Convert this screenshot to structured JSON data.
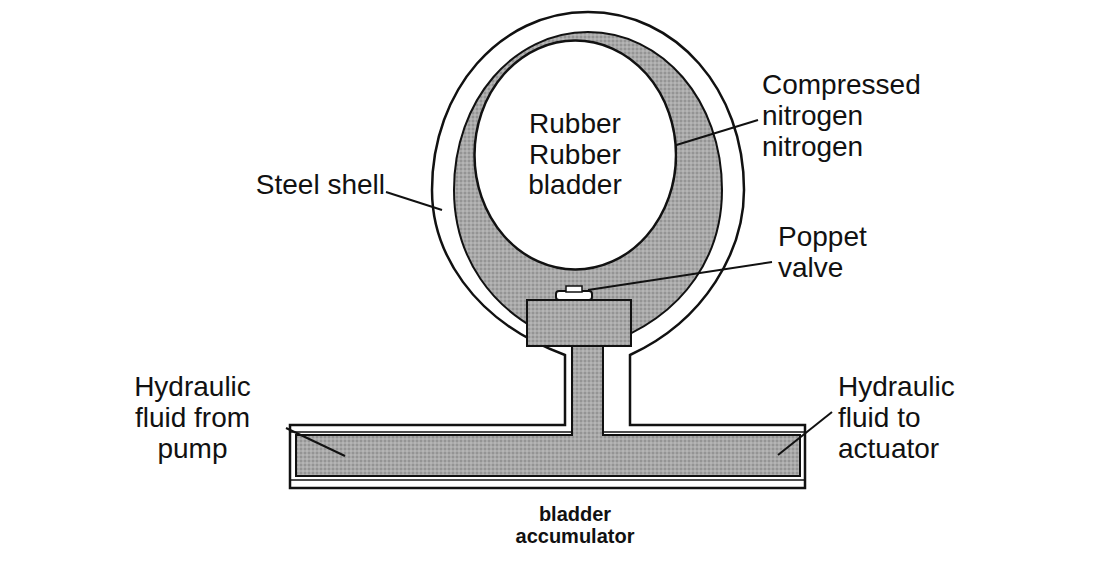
{
  "diagram": {
    "nodes": [
      {
        "text": [
          "Rubber Rubber bladder"
        ]
      }
    ],
    "labels": [
      "Compressed nitrogen nitrogen",
      "Steel shell",
      "Poppet valve",
      "Hydraulic fluid from pump",
      "Hydraulic fluid to actuator",
      "bladder accumulator"
    ]
  }
}
